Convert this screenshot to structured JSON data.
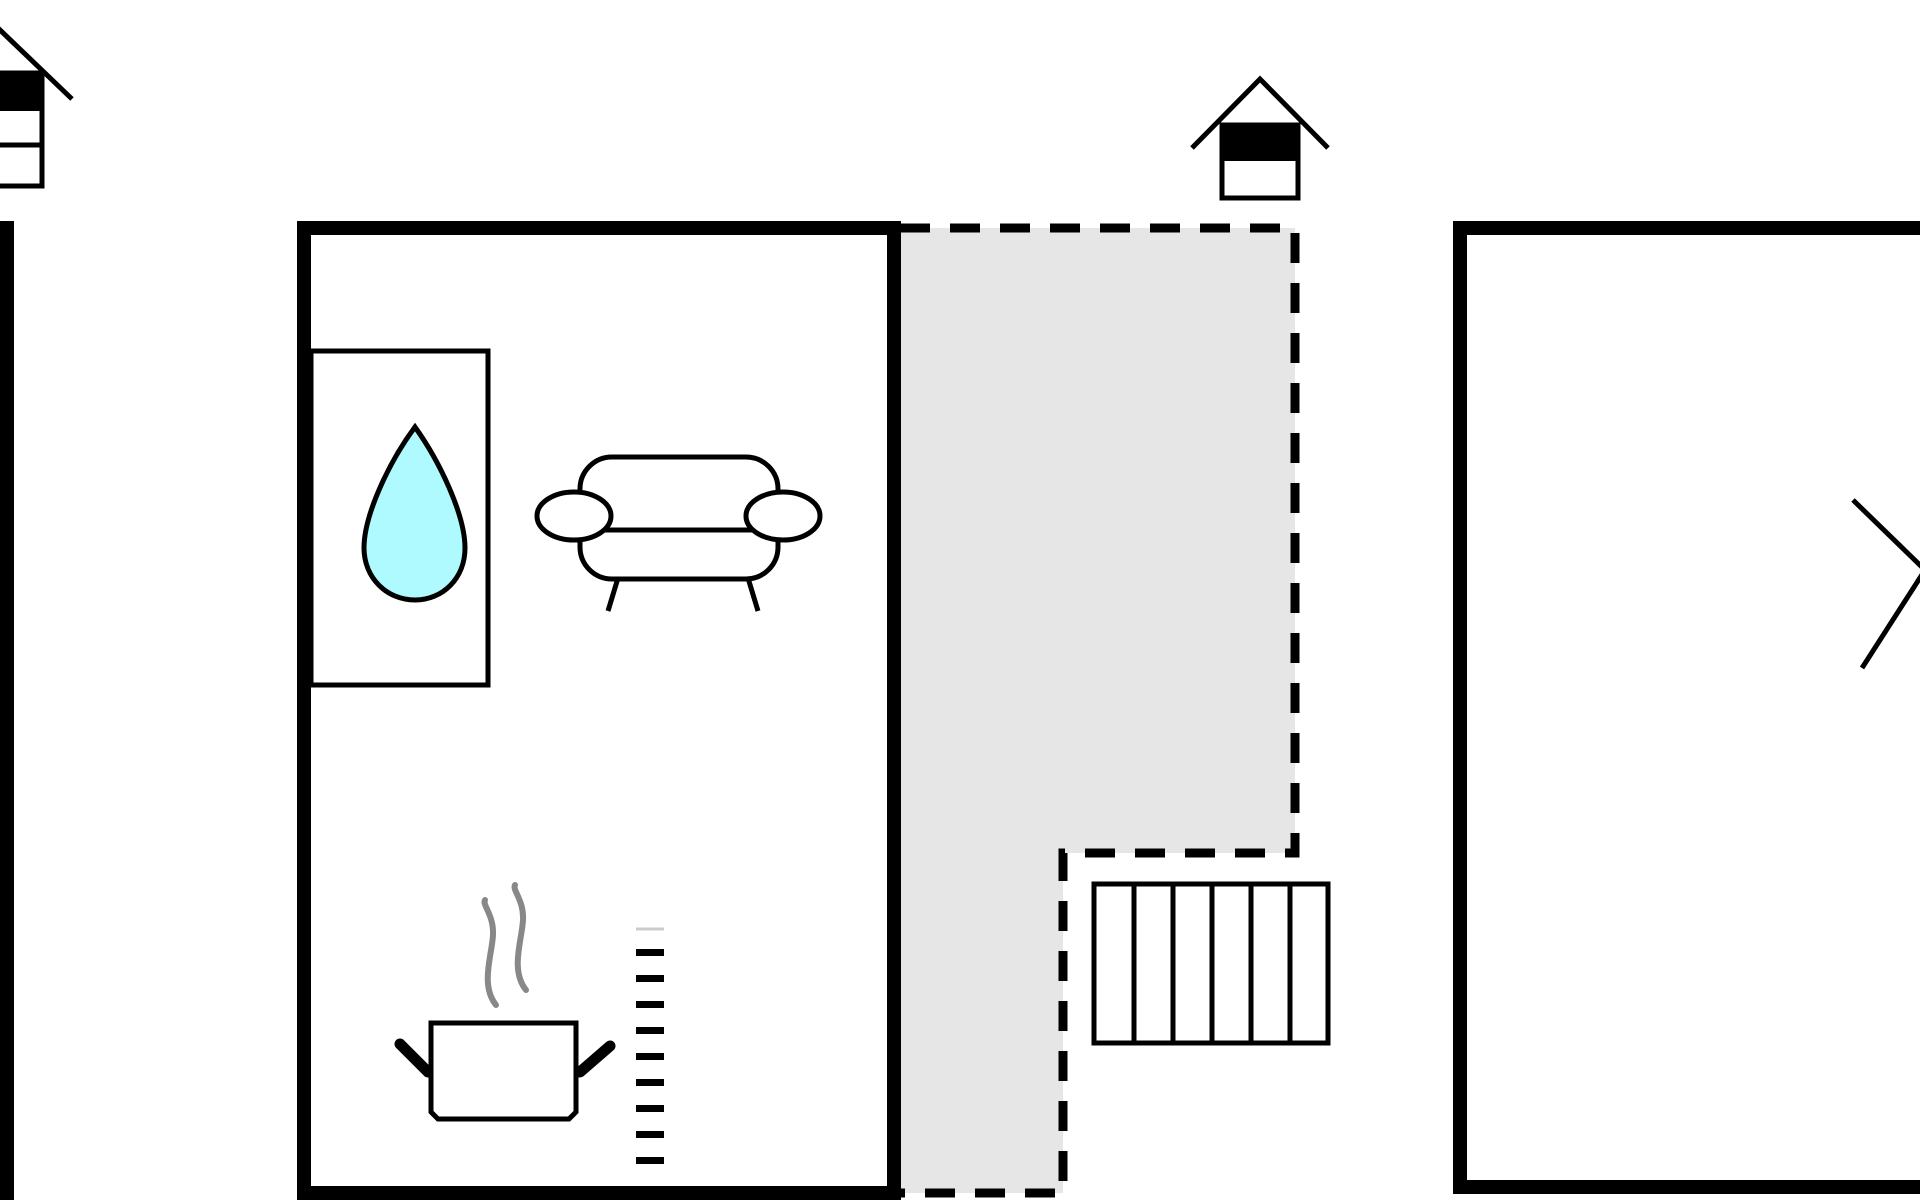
{
  "diagram": {
    "type": "floor-plan",
    "colors": {
      "background": "#ffffff",
      "walls": "#000000",
      "terrace": "#e6e6e6",
      "water": "#aefaff",
      "steam": "#888888"
    },
    "rooms": [
      {
        "id": "left-partial-room",
        "icons": []
      },
      {
        "id": "main-room",
        "icons": [
          "water-drop-icon",
          "sofa-icon",
          "cooking-pot-icon",
          "radiator-icon"
        ]
      },
      {
        "id": "right-room",
        "icons": [
          "bed-icon"
        ]
      }
    ],
    "areas": [
      {
        "id": "terrace",
        "icons": [
          "stairs-icon"
        ]
      }
    ],
    "exterior_icons": [
      "house-window-icon",
      "house-door-icon"
    ]
  }
}
